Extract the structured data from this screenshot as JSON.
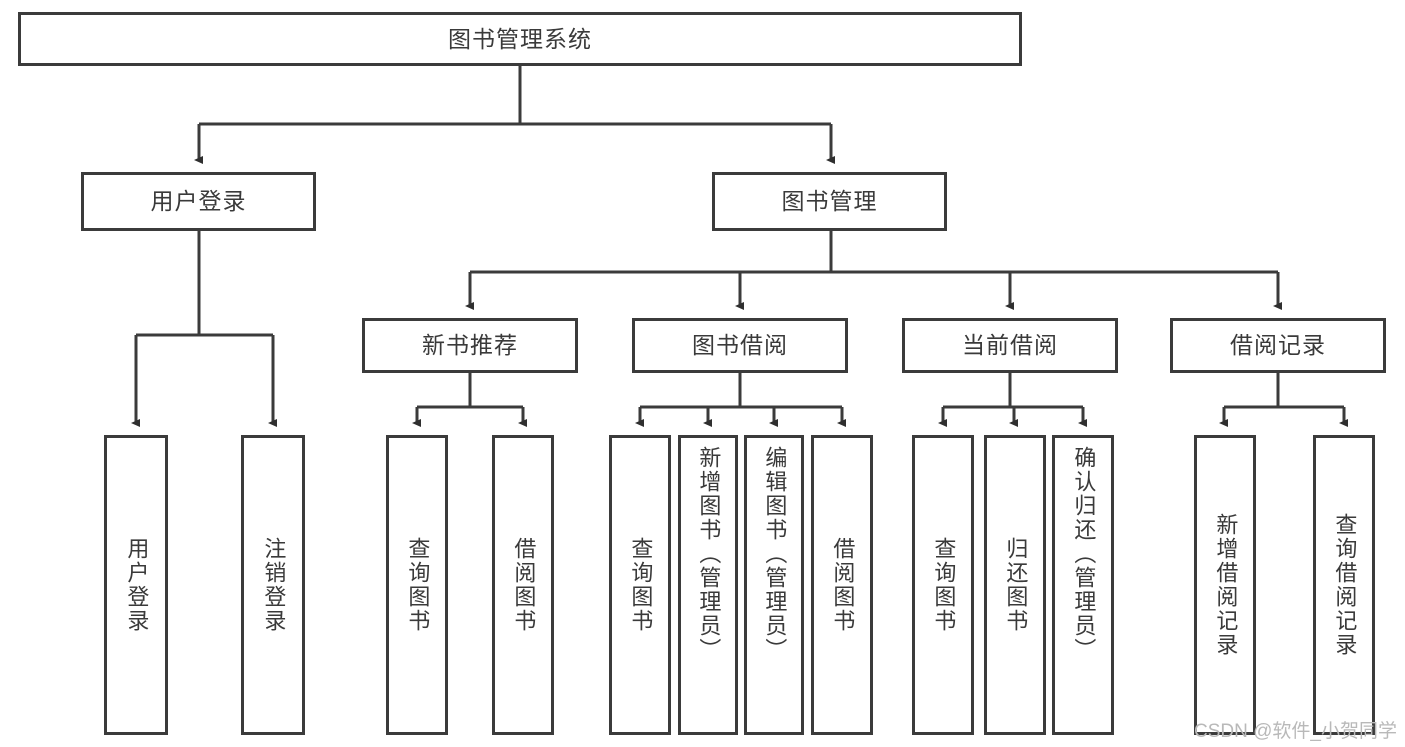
{
  "diagram": {
    "type": "tree-hierarchy-chart",
    "title": "图书管理系统",
    "root": {
      "label": "图书管理系统"
    },
    "level2": [
      {
        "label": "用户登录"
      },
      {
        "label": "图书管理"
      }
    ],
    "level3": [
      {
        "label": "新书推荐"
      },
      {
        "label": "图书借阅"
      },
      {
        "label": "当前借阅"
      },
      {
        "label": "借阅记录"
      }
    ],
    "leaves": {
      "user_login": [
        {
          "label": "用户登录"
        },
        {
          "label": "注销登录"
        }
      ],
      "new_book_recommend": [
        {
          "label": "查询图书"
        },
        {
          "label": "借阅图书"
        }
      ],
      "book_borrow": [
        {
          "label": "查询图书"
        },
        {
          "label": "新增图书（管理员）"
        },
        {
          "label": "编辑图书（管理员）"
        },
        {
          "label": "借阅图书"
        }
      ],
      "current_borrow": [
        {
          "label": "查询图书"
        },
        {
          "label": "归还图书"
        },
        {
          "label": "确认归还（管理员）"
        }
      ],
      "borrow_record": [
        {
          "label": "新增借阅记录"
        },
        {
          "label": "查询借阅记录"
        }
      ]
    }
  },
  "watermark": {
    "text": "CSDN @软件_小贺同学"
  },
  "colors": {
    "stroke": "#3b3b3b",
    "text": "#3a3a3a",
    "background": "#ffffff",
    "watermark": "#b9b9b9"
  }
}
